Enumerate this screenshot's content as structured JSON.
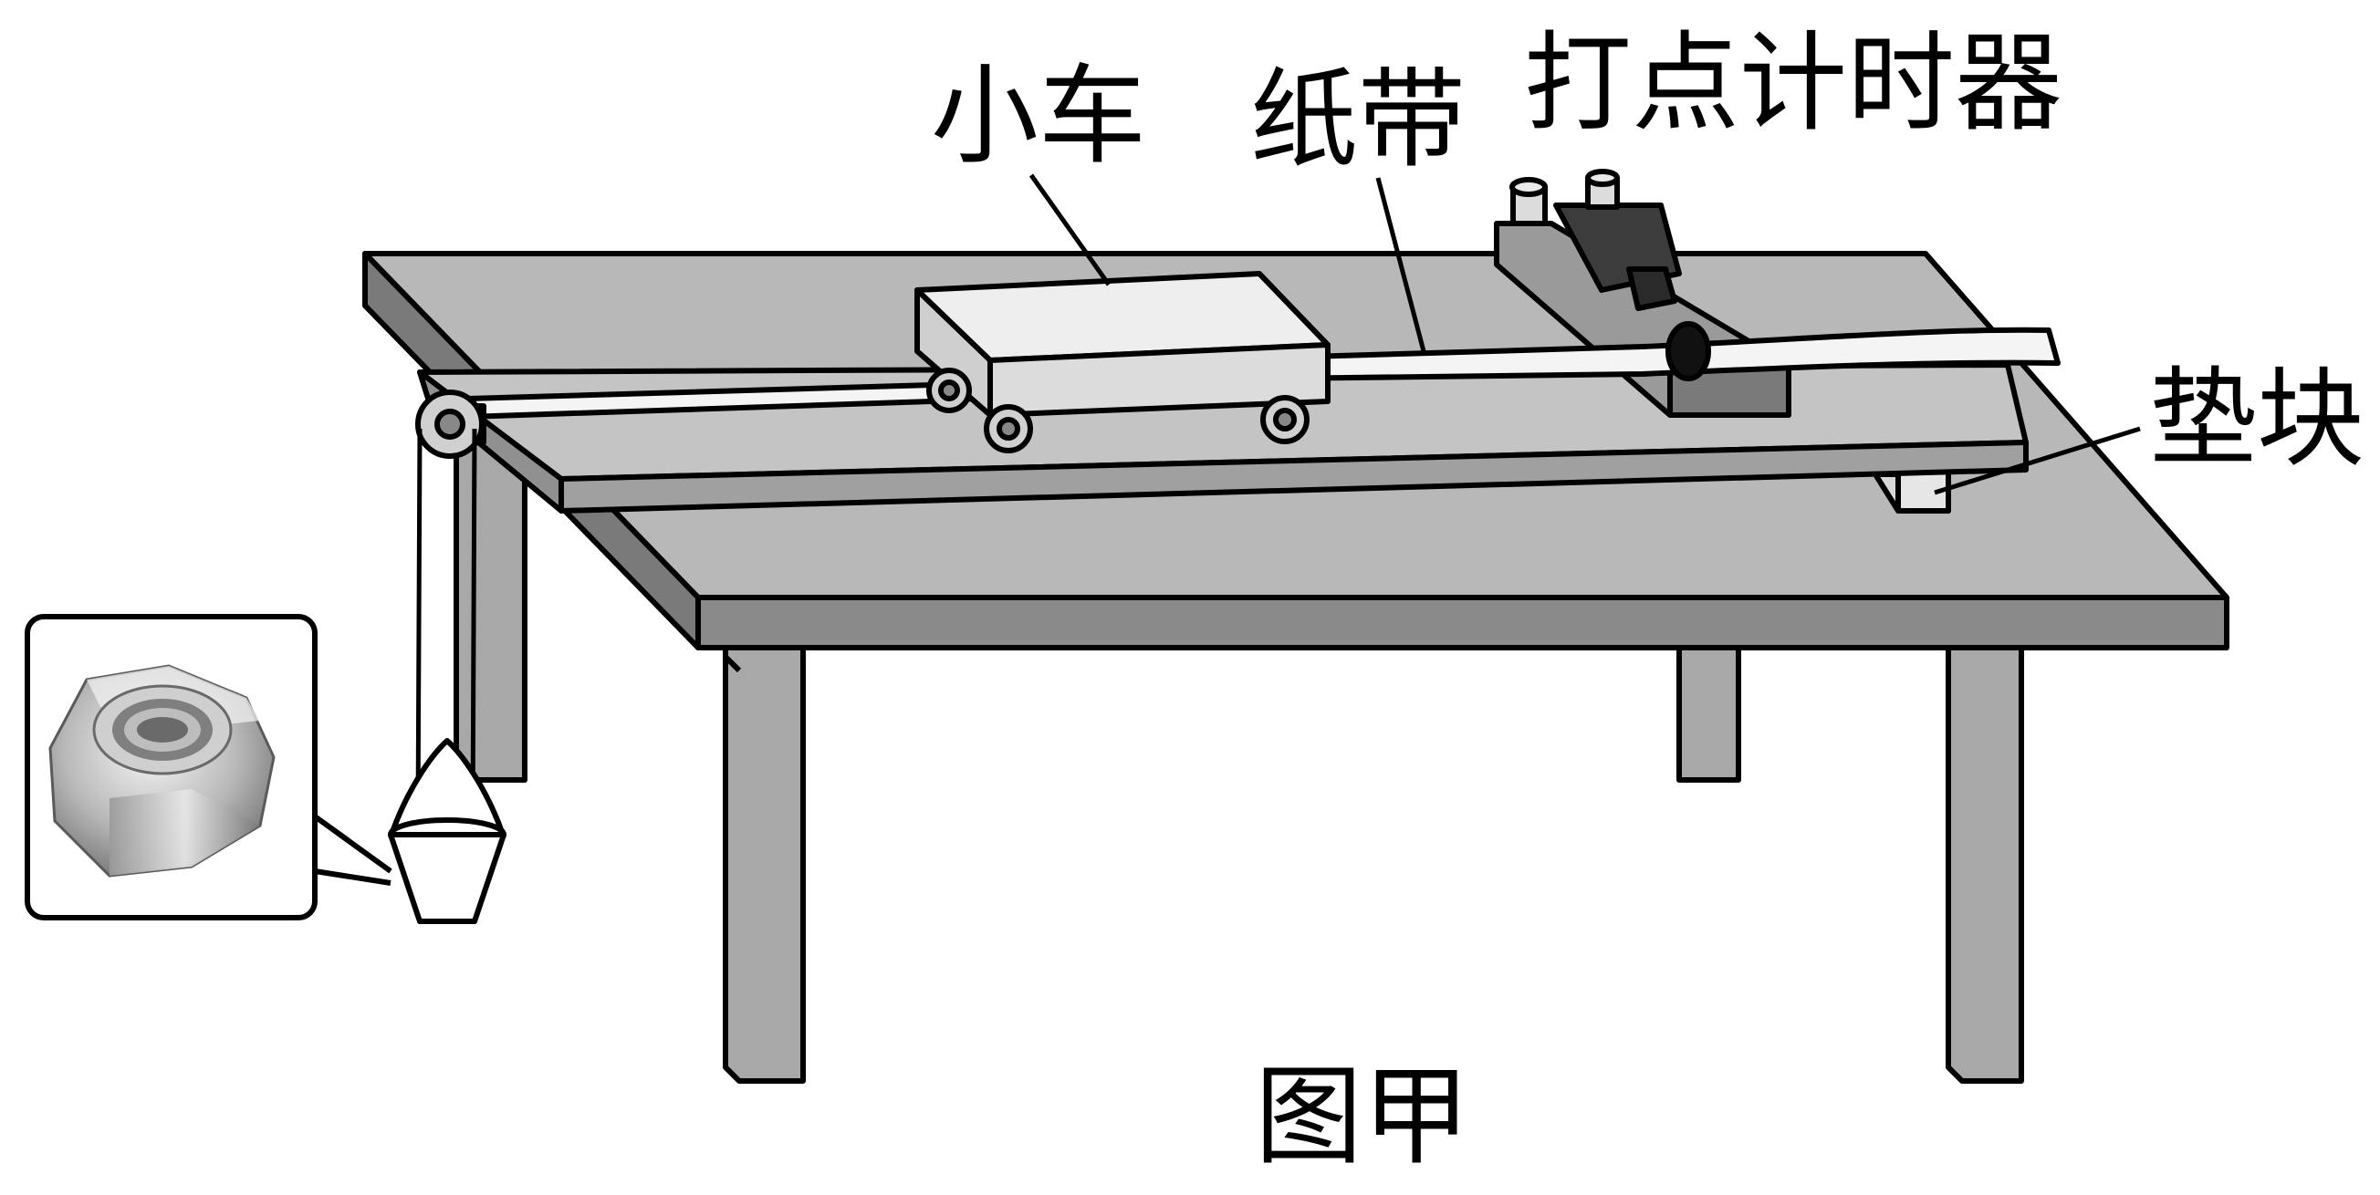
{
  "labels": {
    "cart": "小车",
    "paper_tape": "纸带",
    "timer": "打点计时器",
    "block": "垫块",
    "caption": "图甲"
  },
  "colors": {
    "outline": "#000000",
    "table_top": "#b8b8b8",
    "table_edge": "#7a7a7a",
    "table_leg": "#a8a8a8",
    "track_top": "#c4c4c4",
    "track_side": "#a0a0a0",
    "cart_body": "#eeeeee",
    "tape": "#f4f4f4",
    "timer_body": "#8f8f8f",
    "timer_dark": "#3c3c3c",
    "wheel": "#d0d0d0",
    "bucket": "#ffffff"
  },
  "icons": {
    "pulley": "pulley-icon",
    "bucket": "bucket-icon",
    "nut": "hex-nut-icon"
  }
}
